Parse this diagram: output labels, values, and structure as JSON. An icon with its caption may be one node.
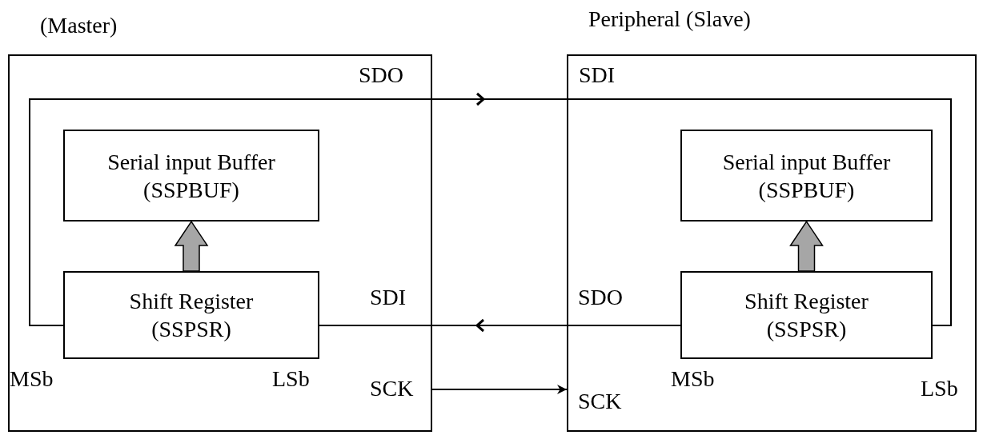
{
  "diagram": {
    "nodes": [
      {
        "text": [
          "(Master)"
        ]
      },
      {
        "text": [
          "Serial input Buffer (SSPBUF)"
        ],
        "in": 0
      },
      {
        "text": [
          "Shift Register (SSPSR)"
        ],
        "in": 0
      },
      {
        "text": [
          "Peripheral (Slave)"
        ]
      },
      {
        "text": [
          "Serial input Buffer (SSPBUF)"
        ],
        "in": 3
      },
      {
        "text": [
          "Shift Register (SSPSR)"
        ],
        "in": 3
      }
    ],
    "edges": [
      {
        "from": 2,
        "to": 1,
        "arrow": "to",
        "style": "thick",
        "color": "#a6a6a6"
      },
      {
        "from": 5,
        "to": 4,
        "arrow": "to",
        "style": "thick",
        "color": "#a6a6a6"
      },
      {
        "from": 2,
        "to": 5,
        "arrow": "to"
      },
      {
        "from": 5,
        "to": 2,
        "arrow": "to"
      },
      {
        "from": 0,
        "to": 3,
        "arrow": "to"
      }
    ],
    "labels": [
      "SDO",
      "SDI",
      "SDI",
      "SDO",
      "MSb",
      "LSb",
      "SCK",
      "SCK",
      "MSb",
      "LSb"
    ]
  }
}
